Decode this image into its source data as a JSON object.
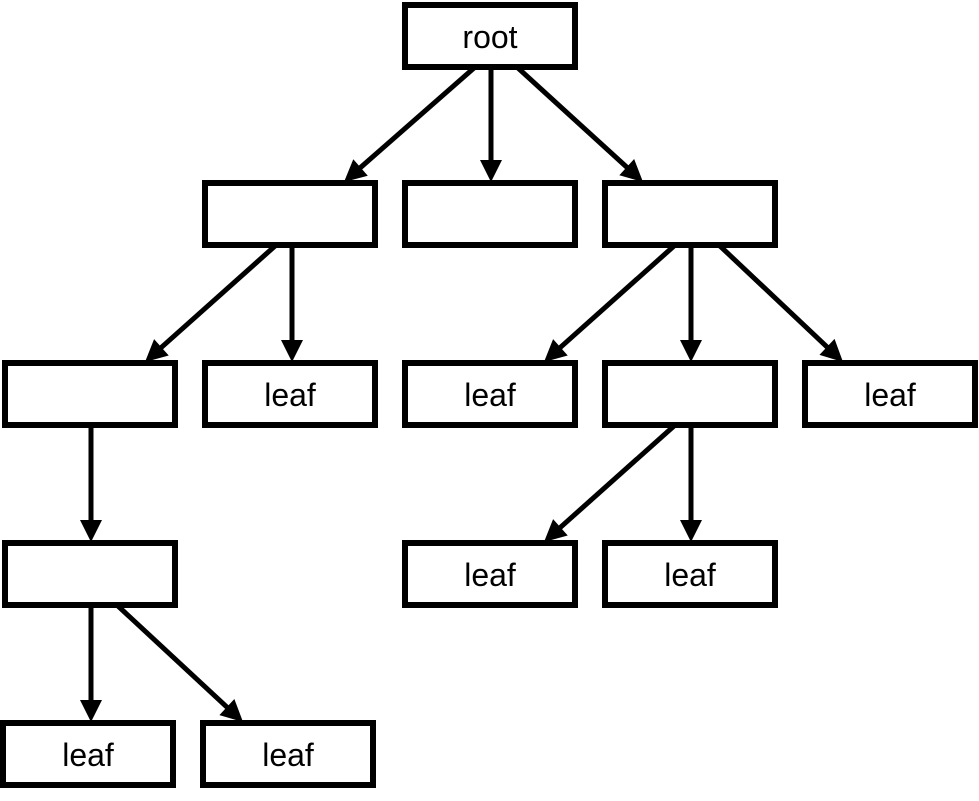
{
  "diagram": {
    "nodes": [
      {
        "id": "root",
        "label": "root"
      },
      {
        "id": "n1",
        "label": ""
      },
      {
        "id": "n2",
        "label": ""
      },
      {
        "id": "n3",
        "label": ""
      },
      {
        "id": "n4",
        "label": ""
      },
      {
        "id": "leaf1",
        "label": "leaf"
      },
      {
        "id": "leaf2",
        "label": "leaf"
      },
      {
        "id": "n5",
        "label": ""
      },
      {
        "id": "leaf3",
        "label": "leaf"
      },
      {
        "id": "n6",
        "label": ""
      },
      {
        "id": "leaf4",
        "label": "leaf"
      },
      {
        "id": "leaf5",
        "label": "leaf"
      },
      {
        "id": "leaf6",
        "label": "leaf"
      },
      {
        "id": "leaf7",
        "label": "leaf"
      }
    ],
    "edges": [
      {
        "from": "root",
        "to": "n1"
      },
      {
        "from": "root",
        "to": "n2"
      },
      {
        "from": "root",
        "to": "n3"
      },
      {
        "from": "n1",
        "to": "n4"
      },
      {
        "from": "n1",
        "to": "leaf1"
      },
      {
        "from": "n3",
        "to": "leaf2"
      },
      {
        "from": "n3",
        "to": "n5"
      },
      {
        "from": "n3",
        "to": "leaf3"
      },
      {
        "from": "n4",
        "to": "n6"
      },
      {
        "from": "n5",
        "to": "leaf4"
      },
      {
        "from": "n5",
        "to": "leaf5"
      },
      {
        "from": "n6",
        "to": "leaf6"
      },
      {
        "from": "n6",
        "to": "leaf7"
      }
    ],
    "colors": {
      "stroke": "#000000",
      "fill": "#ffffff"
    }
  }
}
